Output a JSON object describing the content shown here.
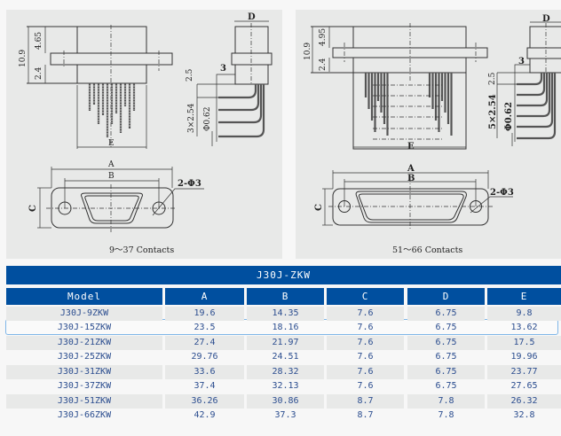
{
  "drawings": {
    "left": {
      "caption": "9～37 Contacts",
      "dims": {
        "total_height": "10.9",
        "upper": "4.65",
        "lower": "2.4",
        "width_e": "E",
        "depth_d": "D",
        "offset": "3",
        "pin_start": "2.5",
        "pitch": "3×2.54",
        "pin_dia": "Φ0.62",
        "a": "A",
        "b": "B",
        "c": "C",
        "holes": "2-Φ3"
      }
    },
    "right": {
      "caption": "51～66 Contacts",
      "dims": {
        "total_height": "10.9",
        "upper": "4.95",
        "lower": "2.4",
        "width_e": "E",
        "depth_d": "D",
        "offset": "3",
        "pin_start": "2.5",
        "pitch": "5×2.54",
        "pin_dia": "Φ0.62",
        "a": "A",
        "b": "B",
        "c": "C",
        "holes": "2-Φ3"
      }
    }
  },
  "table": {
    "title": "J30J-ZKW",
    "headers": [
      "Model",
      "A",
      "B",
      "C",
      "D",
      "E"
    ],
    "highlighted_row": 1,
    "rows": [
      [
        "J30J-9ZKW",
        "19.6",
        "14.35",
        "7.6",
        "6.75",
        "9.8"
      ],
      [
        "J30J-15ZKW",
        "23.5",
        "18.16",
        "7.6",
        "6.75",
        "13.62"
      ],
      [
        "J30J-21ZKW",
        "27.4",
        "21.97",
        "7.6",
        "6.75",
        "17.5"
      ],
      [
        "J30J-25ZKW",
        "29.76",
        "24.51",
        "7.6",
        "6.75",
        "19.96"
      ],
      [
        "J30J-31ZKW",
        "33.6",
        "28.32",
        "7.6",
        "6.75",
        "23.77"
      ],
      [
        "J30J-37ZKW",
        "37.4",
        "32.13",
        "7.6",
        "6.75",
        "27.65"
      ],
      [
        "J30J-51ZKW",
        "36.26",
        "30.86",
        "8.7",
        "7.8",
        "26.32"
      ],
      [
        "J30J-66ZKW",
        "42.9",
        "37.3",
        "8.7",
        "7.8",
        "32.8"
      ]
    ]
  },
  "colors": {
    "header_bg": "#004f9f",
    "row_shade": "#e8e9e8",
    "text": "#2b4d8f",
    "highlight": "#7fb6e8"
  }
}
